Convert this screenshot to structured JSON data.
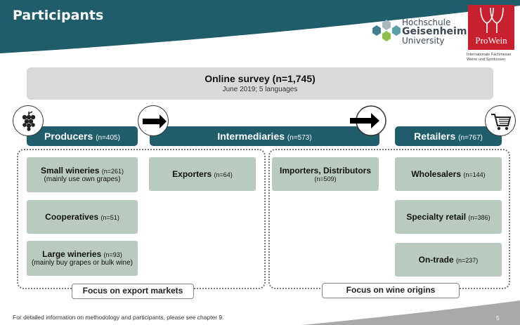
{
  "header": {
    "title": "Participants",
    "band_color": "#1f5d6b"
  },
  "logos": {
    "hgu": {
      "line1": "Hochschule",
      "line2": "Geisenheim",
      "line3": "University"
    },
    "prowein": {
      "word": "ProWein",
      "subtitle": "Internationale Fachmesse Weine und Spirituosen",
      "color": "#c8202f"
    }
  },
  "survey": {
    "title": "Online survey (n=1,745)",
    "subtitle": "June 2019; 5 languages"
  },
  "categories": {
    "producers": {
      "label": "Producers",
      "n": "(n=405)",
      "icon": "grapes-icon"
    },
    "intermediaries": {
      "label": "Intermediaries",
      "n": "(n=573)",
      "icon": "arrow-right-icon"
    },
    "retailers": {
      "label": "Retailers",
      "n": "(n=767)",
      "icon": "shopping-cart-icon"
    }
  },
  "cards": {
    "small_wineries": {
      "title": "Small wineries",
      "n": "(n=261)",
      "sub": "(mainly use own grapes)"
    },
    "cooperatives": {
      "title": "Cooperatives",
      "n": "(n=51)"
    },
    "large_wineries": {
      "title": "Large wineries",
      "n": "(n=93)",
      "sub": "(mainly buy grapes or bulk wine)"
    },
    "exporters": {
      "title": "Exporters",
      "n": "(n=64)"
    },
    "importers": {
      "title": "Importers, Distributors",
      "n": "(n=509)"
    },
    "wholesalers": {
      "title": "Wholesalers",
      "n": "(n=144)"
    },
    "specialty_retail": {
      "title": "Specialty retail",
      "n": "(n=386)"
    },
    "on_trade": {
      "title": "On-trade",
      "n": "(n=237)"
    }
  },
  "focus": {
    "export": "Focus on export markets",
    "origins": "Focus on wine origins"
  },
  "footer": {
    "note": "For detailed information on methodology and participants, please see chapter 9.",
    "page": "5"
  },
  "colors": {
    "dark_teal": "#1f5d6b",
    "card_green": "#b9cbbf",
    "survey_grey": "#d9d9d9"
  }
}
